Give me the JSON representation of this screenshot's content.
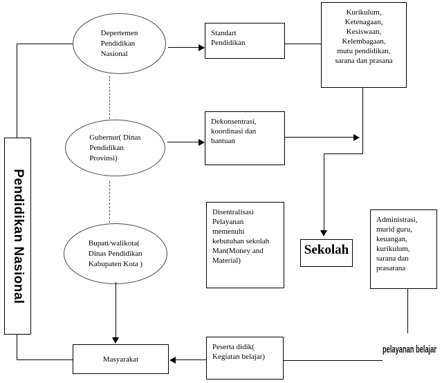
{
  "diagram": {
    "title_panel": {
      "label": "Pendidikan Nasional"
    },
    "nodes": {
      "depertemen": "Depertemen\nPendidikan\nNasional",
      "gubernur": "Gubernur( Dinas\nPendidikan\nProvinsi)",
      "bupati": "Bupati/walikota(\nDinas Pendidikan\nKabupaten Kota )",
      "standart": "Standart\nPendidikan",
      "dekonsentrasi": "Dekonsentrasi,\nkoordinasi dan\nbantuan",
      "disentralisasi": "Disentralisasi\nPelayanan\nmemenuhi\nkebutuhan sekolah\nMan(Money and\nMaterial)",
      "kurikulum": "Kurikulum,\nKetenagaan,\nKesiswaan,\nKelembagaan,\nmutu pendidikan,\nsarana dan prasana",
      "administrasi": "Administrasi,\nmurid guru,\nkeuangan,\nkurikulum,\nsarana dan\nprasarana",
      "sekola": "Sekolah",
      "masyarakat": "Masyarakat",
      "peserta_didik": "Peserta didik(\nKegiatan belajar)",
      "pelayanan_belajar": "pelayanan belajar"
    },
    "colors": {
      "stroke": "#000000",
      "ellipse_stroke": "#4a4a4a",
      "dashed_stroke": "#555555",
      "background": "#ffffff"
    }
  }
}
